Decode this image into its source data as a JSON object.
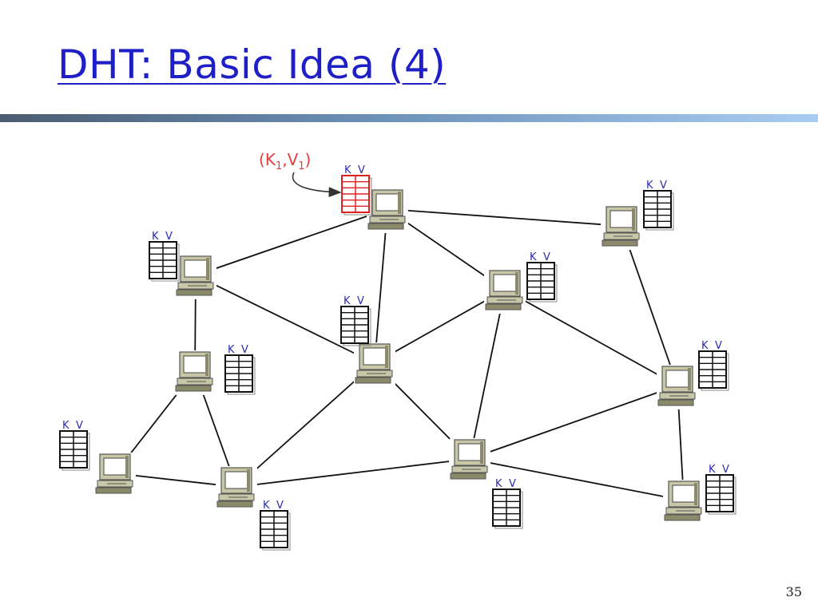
{
  "slide": {
    "title": "DHT: Basic Idea (4)",
    "page_number": "35"
  },
  "diagram": {
    "key_value_pair": {
      "label_k": "K",
      "sub_k": "1",
      "separator": ",",
      "label_v": "V",
      "sub_v": "1",
      "color": "#e04040"
    },
    "table_header_key": "K",
    "table_header_value": "V",
    "colors": {
      "link": "#111111",
      "table": "#111111",
      "highlight_table": "#e02020",
      "header_text": "#2a2ab0",
      "computer_body": "#c8c8a8",
      "computer_shade": "#8a8a6a"
    },
    "nodes": [
      {
        "id": "n-top-center",
        "highlighted": true
      },
      {
        "id": "n-top-right",
        "highlighted": false
      },
      {
        "id": "n-left-upper",
        "highlighted": false
      },
      {
        "id": "n-center-right",
        "highlighted": false
      },
      {
        "id": "n-center",
        "highlighted": false
      },
      {
        "id": "n-left-mid",
        "highlighted": false
      },
      {
        "id": "n-right-mid",
        "highlighted": false
      },
      {
        "id": "n-far-left",
        "highlighted": false
      },
      {
        "id": "n-bottom-left",
        "highlighted": false
      },
      {
        "id": "n-bottom-center",
        "highlighted": false
      },
      {
        "id": "n-bottom-right",
        "highlighted": false
      }
    ],
    "links": [
      [
        "n-top-center",
        "n-left-upper"
      ],
      [
        "n-top-center",
        "n-top-right"
      ],
      [
        "n-top-center",
        "n-center-right"
      ],
      [
        "n-top-center",
        "n-center"
      ],
      [
        "n-left-upper",
        "n-center"
      ],
      [
        "n-left-upper",
        "n-left-mid"
      ],
      [
        "n-left-mid",
        "n-far-left"
      ],
      [
        "n-left-mid",
        "n-bottom-left"
      ],
      [
        "n-center",
        "n-center-right"
      ],
      [
        "n-center",
        "n-bottom-left"
      ],
      [
        "n-center",
        "n-bottom-center"
      ],
      [
        "n-center-right",
        "n-right-mid"
      ],
      [
        "n-center-right",
        "n-bottom-center"
      ],
      [
        "n-top-right",
        "n-right-mid"
      ],
      [
        "n-right-mid",
        "n-bottom-center"
      ],
      [
        "n-right-mid",
        "n-bottom-right"
      ],
      [
        "n-far-left",
        "n-bottom-left"
      ],
      [
        "n-bottom-left",
        "n-bottom-center"
      ],
      [
        "n-bottom-center",
        "n-bottom-right"
      ]
    ]
  }
}
